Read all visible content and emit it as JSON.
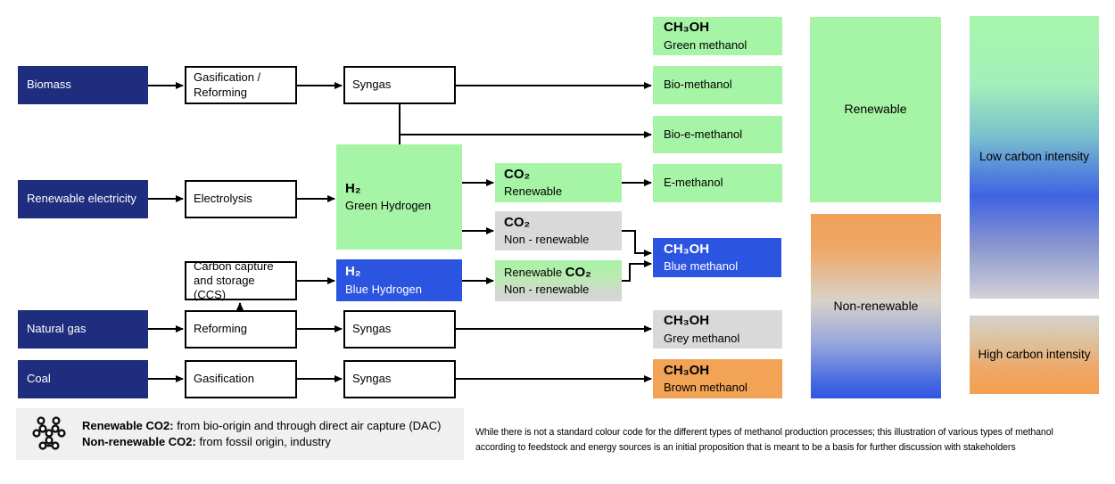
{
  "colors": {
    "navy": "#1E2D7D",
    "green": "#A6F4A6",
    "blue": "#2B54E0",
    "grey": "#D9D9D9",
    "orange": "#F2A355",
    "legend_bg": "#F0F0F0",
    "line": "#000000"
  },
  "nodes": {
    "biomass": {
      "label": "Biomass"
    },
    "gasification_reforming": {
      "label": "Gasification /\nReforming"
    },
    "syngas_top": {
      "label": "Syngas"
    },
    "green_methanol": {
      "formula": "CH₃OH",
      "name": "Green methanol"
    },
    "bio_methanol": {
      "label": "Bio-methanol"
    },
    "bio_e_methanol": {
      "label": "Bio-e-methanol"
    },
    "renewable_electricity": {
      "label": "Renewable electricity"
    },
    "electrolysis": {
      "label": "Electrolysis"
    },
    "green_hydrogen": {
      "formula": "H₂",
      "name": "Green Hydrogen"
    },
    "co2_renewable": {
      "formula": "CO₂",
      "name": "Renewable"
    },
    "e_methanol": {
      "label": "E-methanol"
    },
    "co2_non_renewable": {
      "formula": "CO₂",
      "name": "Non - renewable"
    },
    "blue_hydrogen": {
      "formula": "H₂",
      "name": "Blue Hydrogen"
    },
    "co2_mixed": {
      "prefix": "Renewable ",
      "formula": "CO₂",
      "name": "Non - renewable"
    },
    "blue_methanol": {
      "formula": "CH₃OH",
      "name": "Blue methanol"
    },
    "ccs": {
      "label": "Carbon capture\nand storage (CCS)"
    },
    "natural_gas": {
      "label": "Natural gas"
    },
    "reforming": {
      "label": "Reforming"
    },
    "syngas_mid": {
      "label": "Syngas"
    },
    "grey_methanol": {
      "formula": "CH₃OH",
      "name": "Grey methanol"
    },
    "coal": {
      "label": "Coal"
    },
    "gasification": {
      "label": "Gasification"
    },
    "syngas_bottom": {
      "label": "Syngas"
    },
    "brown_methanol": {
      "formula": "CH₃OH",
      "name": "Brown methanol"
    },
    "renewable_group": {
      "label": "Renewable"
    },
    "non_renewable_group": {
      "label": "Non-renewable"
    },
    "low_carbon": {
      "label": "Low carbon intensity"
    },
    "high_carbon": {
      "label": "High carbon intensity"
    }
  },
  "legend": {
    "line1_term": "Renewable CO2:",
    "line1_def": " from bio-origin and through direct air capture (DAC)",
    "line2_term": "Non-renewable CO2:",
    "line2_def": " from fossil origin, industry"
  },
  "footnote": {
    "line1": "While there is not a standard colour code for the different types of methanol production processes; this illustration of various types of methanol",
    "line2": "according to feedstock and energy sources is an initial proposition that is meant to be a basis for further discussion with stakeholders"
  }
}
